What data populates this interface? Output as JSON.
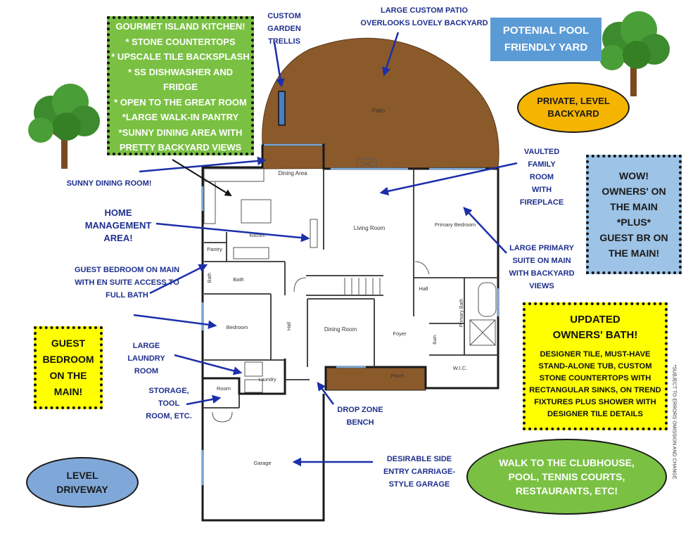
{
  "callouts": {
    "gourmet_kitchen": [
      "GOURMET ISLAND KITCHEN!",
      "* STONE COUNTERTOPS",
      "* UPSCALE TILE BACKSPLASH",
      "* SS DISHWASHER AND FRIDGE",
      "* OPEN TO THE GREAT ROOM",
      "*LARGE WALK-IN PANTRY",
      "*SUNNY DINING AREA WITH",
      "PRETTY BACKYARD VIEWS"
    ],
    "garden_trellis": "CUSTOM GARDEN\nTRELLIS",
    "patio": "LARGE CUSTOM PATIO\nOVERLOOKS  LOVELY  BACKYARD",
    "pool_friendly": [
      "POTENIAL POOL",
      "FRIENDLY YARD"
    ],
    "private_backyard": [
      "PRIVATE, LEVEL",
      "BACKYARD"
    ],
    "vaulted_family": "VAULTED\nFAMILY\nROOM\nWITH\nFIREPLACE",
    "wow": [
      "WOW!",
      "OWNERS' ON",
      "THE MAIN",
      "*PLUS*",
      "GUEST BR ON",
      "THE MAIN!"
    ],
    "sunny_dining": "SUNNY DINING ROOM!",
    "home_management": "HOME\nMANAGEMENT\nAREA!",
    "primary_suite": "LARGE PRIMARY\nSUITE ON MAIN\nWITH BACKYARD\nVIEWS",
    "guest_bedroom_en_suite": "GUEST BEDROOM ON MAIN\nWITH EN SUITE ACCESS TO\nFULL BATH",
    "guest_bedroom_box": [
      "GUEST",
      "BEDROOM",
      "ON THE",
      "MAIN!"
    ],
    "updated_bath_title": [
      "UPDATED",
      "OWNERS' BATH!"
    ],
    "updated_bath_body": [
      "DESIGNER TILE, MUST-HAVE",
      "STAND-ALONE TUB, CUSTOM",
      "STONE COUNTERTOPS WITH",
      "RECTANGULAR SINKS, ON TREND",
      "FIXTURES PLUS SHOWER WITH",
      "DESIGNER TILE DETAILS"
    ],
    "large_laundry": "LARGE\nLAUNDRY\nROOM",
    "storage": "STORAGE,\nTOOL\nROOM, ETC.",
    "drop_zone": "DROP ZONE\nBENCH",
    "side_entry_garage": "DESIRABLE SIDE\nENTRY CARRIAGE-\nSTYLE GARAGE",
    "level_driveway": [
      "LEVEL",
      "DRIVEWAY"
    ],
    "clubhouse": [
      "WALK TO THE CLUBHOUSE,",
      "POOL, TENNIS COURTS,",
      "RESTAURANTS, ETC!"
    ]
  },
  "rooms": {
    "patio": "Patio",
    "dining_area": "Dining Area",
    "kitchen": "Kitchen",
    "living_room": "Living Room",
    "primary_bedroom": "Primary Bedroom",
    "pantry": "Pantry",
    "bath_small": "Bath",
    "bath_side": "Bath",
    "bedroom": "Bedroom",
    "hall_left": "Hall",
    "hall_right": "Hall",
    "dining_room": "Dining Room",
    "foyer": "Foyer",
    "primary_bath": "Primary Bath",
    "bath_primary_wc": "Bath",
    "wic": "W.I.C.",
    "porch": "Porch",
    "laundry": "Laundry",
    "room": "Room",
    "garage": "Garage"
  },
  "disclaimer": "*SUBJECT TO ERRORS OMISSION AND CHANGE",
  "colors": {
    "callout_text": "#1f2f8f",
    "arrow": "#1c2fa8",
    "patio": "#8b5a2b",
    "porch": "#8b5a2b",
    "kitchen_box": "#7ac143",
    "pool_box": "#5b9bd5",
    "wow_box": "#9dc3e6",
    "yellow_box": "#ffff00",
    "backyard_ellipse": "#f4b400",
    "driveway_ellipse": "#7fa8d8",
    "clubhouse_ellipse": "#7ac143",
    "tree_foliage": "#3d8b2f",
    "tree_trunk": "#7a4a23"
  },
  "icons": [
    "tree-icon-left",
    "tree-icon-right"
  ]
}
